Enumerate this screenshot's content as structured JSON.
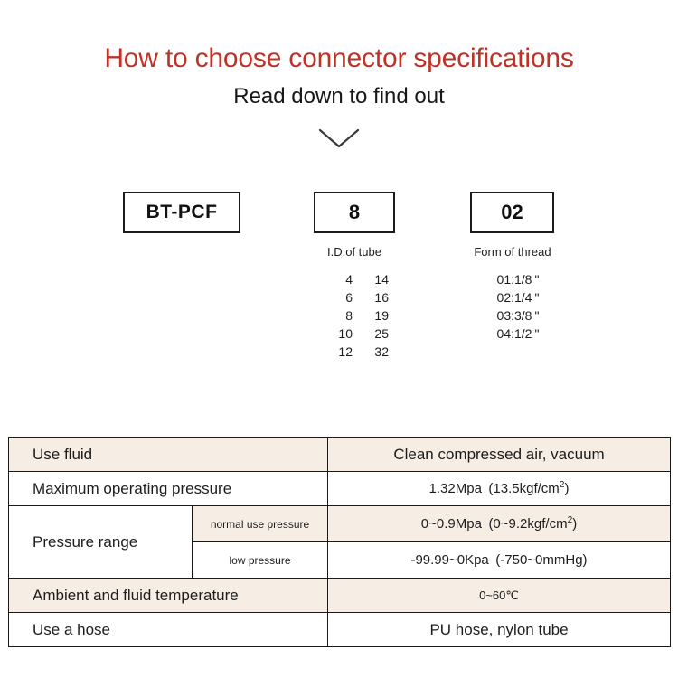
{
  "header": {
    "title": "How to choose connector specifications",
    "subtitle": "Read down to find out",
    "title_color": "#BF3327",
    "chevron_icon": "chevron-down-icon"
  },
  "code_breakdown": {
    "series": {
      "value": "BT-PCF"
    },
    "tube": {
      "value": "8",
      "label": "I.D.of tube",
      "options": [
        {
          "a": "4",
          "b": "14"
        },
        {
          "a": "6",
          "b": "16"
        },
        {
          "a": "8",
          "b": "19"
        },
        {
          "a": "10",
          "b": "25"
        },
        {
          "a": "12",
          "b": "32"
        }
      ]
    },
    "thread": {
      "value": "02",
      "label": "Form of thread",
      "options": [
        {
          "code": "01:1/8",
          "unit": "\""
        },
        {
          "code": "02:1/4",
          "unit": "\""
        },
        {
          "code": "03:3/8",
          "unit": "\""
        },
        {
          "code": "04:1/2",
          "unit": "\""
        }
      ]
    }
  },
  "spec_table": {
    "beige": "#F6EEE4",
    "rows": {
      "use_fluid": {
        "label": "Use fluid",
        "value": "Clean compressed air, vacuum"
      },
      "max_pressure": {
        "label": "Maximum operating pressure",
        "value_prefix": "1.32Mpa",
        "value_paren": "(13.5kgf/cm",
        "value_sup": "2",
        "value_suffix": ")"
      },
      "pressure_range": {
        "label": "Pressure range",
        "normal": {
          "sub_label": "normal use pressure",
          "value_prefix": "0~0.9Mpa",
          "value_paren": "(0~9.2kgf/cm",
          "value_sup": "2",
          "value_suffix": ")"
        },
        "low": {
          "sub_label": "low pressure",
          "value": "-99.99~0Kpa (-750~0mmHg)"
        }
      },
      "temperature": {
        "label": "Ambient and fluid temperature",
        "value": "0~60℃"
      },
      "hose": {
        "label": "Use a hose",
        "value": "PU hose, nylon tube"
      }
    }
  }
}
